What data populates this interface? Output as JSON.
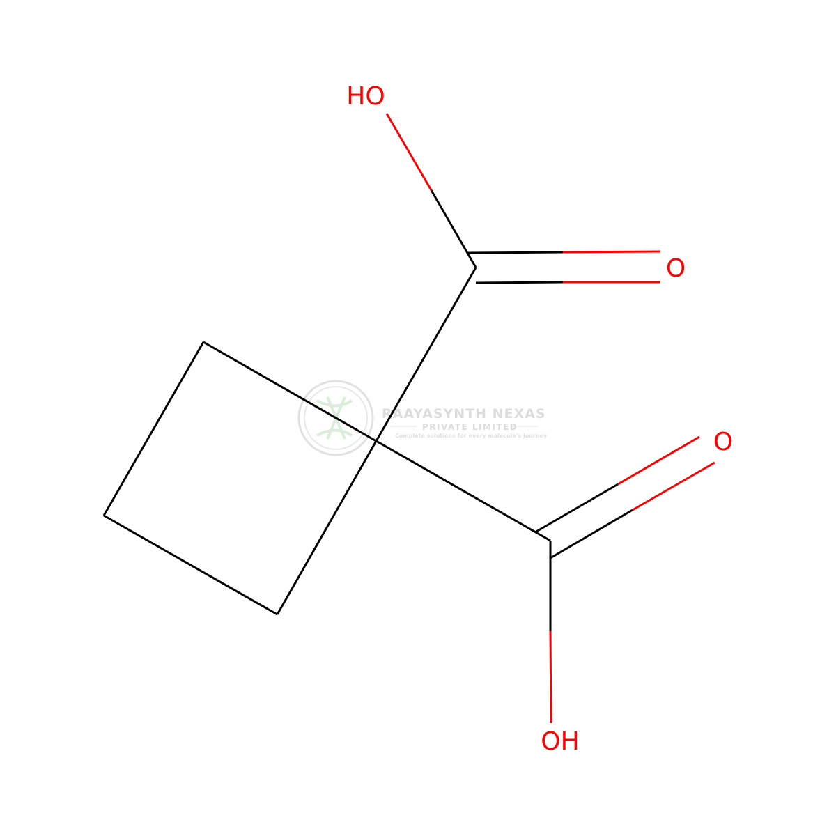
{
  "molecule": {
    "atoms": {
      "o_top_oh": "HO",
      "o_top_dbl": "O",
      "o_right_dbl": "O",
      "o_bottom_oh": "OH"
    },
    "colors": {
      "carbon_bond": "#000000",
      "oxygen": "#ff0000"
    }
  },
  "watermark": {
    "title": "RAAYASYNTH NEXAS",
    "subtitle": "PRIVATE LIMITED",
    "tagline": "Complete solutions for every molecule's journey",
    "color": "#d9d9d9"
  }
}
